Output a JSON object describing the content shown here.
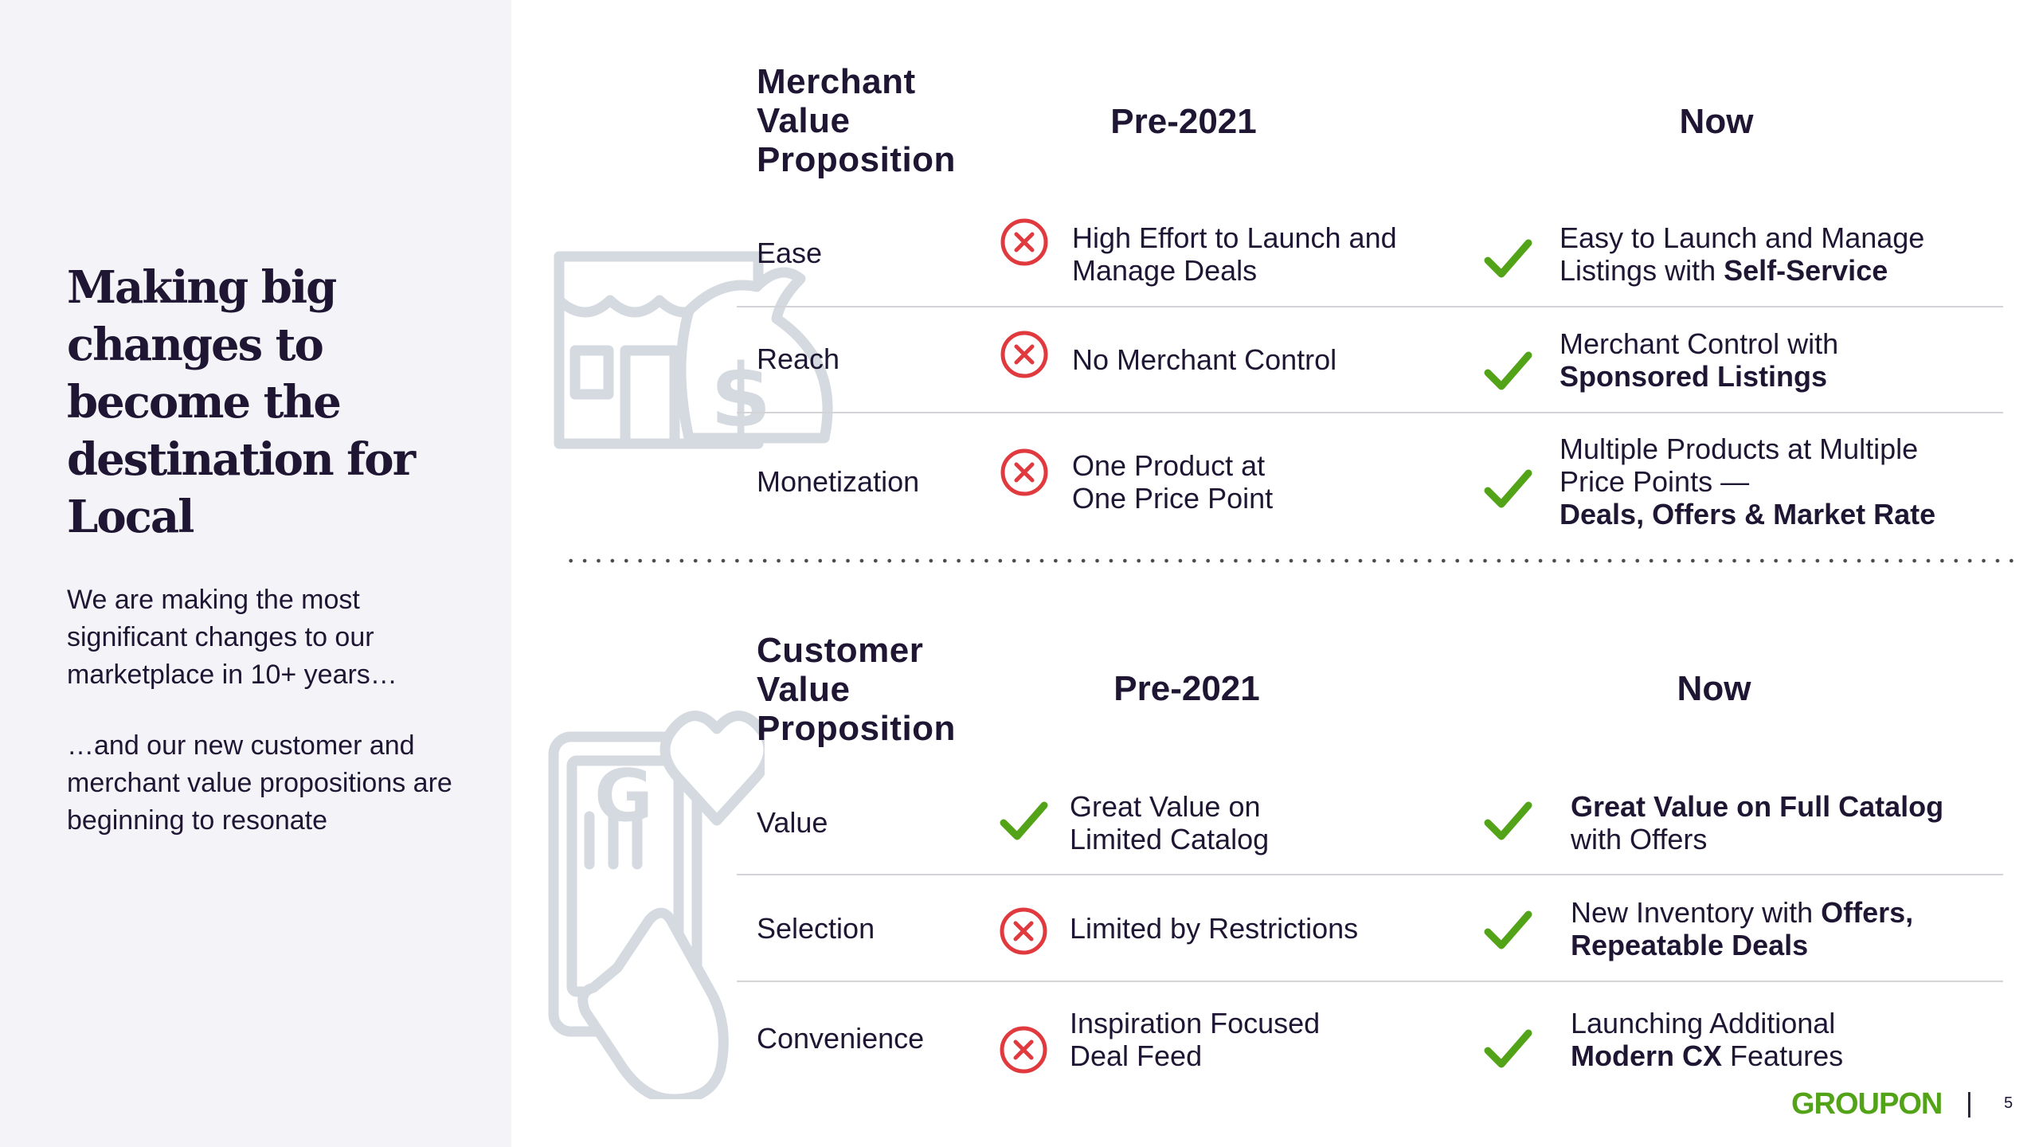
{
  "sidebar": {
    "headline": "Making big changes to become the destination for Local",
    "paragraph_1": "We are making the most significant changes to our marketplace in 10+ years…",
    "paragraph_2": "…and our new customer and merchant value propositions are beginning to resonate"
  },
  "merchant": {
    "title": "Merchant Value Proposition",
    "col_pre": "Pre-2021",
    "col_now": "Now",
    "rows": [
      {
        "label": "Ease",
        "pre_status": "cross",
        "pre_text": "High Effort to Launch and Manage Deals",
        "now_status": "check",
        "now_text": "Easy to Launch and Manage Listings with",
        "now_bold": "Self-Service"
      },
      {
        "label": "Reach",
        "pre_status": "cross",
        "pre_text": "No Merchant Control",
        "now_status": "check",
        "now_text": "Merchant Control with",
        "now_bold": "Sponsored Listings"
      },
      {
        "label": "Monetization",
        "pre_status": "cross",
        "pre_text": "One Product at One Price Point",
        "now_status": "check",
        "now_text": "Multiple Products at Multiple Price Points —",
        "now_bold": "Deals, Offers & Market Rate"
      }
    ]
  },
  "customer": {
    "title": "Customer Value Proposition",
    "col_pre": "Pre-2021",
    "col_now": "Now",
    "rows": [
      {
        "label": "Value",
        "pre_status": "check",
        "pre_text": "Great Value on Limited Catalog",
        "now_status": "check",
        "now_bold": "Great Value on Full Catalog",
        "now_text": "with Offers"
      },
      {
        "label": "Selection",
        "pre_status": "cross",
        "pre_text": "Limited by Restrictions",
        "now_status": "check",
        "now_text": "New Inventory with",
        "now_bold_1": "Offers,",
        "now_bold_2": "Repeatable Deals"
      },
      {
        "label": "Convenience",
        "pre_status": "cross",
        "pre_text": "Inspiration Focused Deal Feed",
        "now_status": "check",
        "now_text": "Launching Additional",
        "now_bold": "Modern CX",
        "now_text_2": "Features"
      }
    ]
  },
  "footer": {
    "logo": "GROUPON",
    "separator": "|",
    "page_number": "5"
  },
  "colors": {
    "check": "#53a318",
    "cross": "#e03a3e",
    "text": "#1f1633",
    "illustration": "#d5dae0",
    "panel": "#f4f3f8"
  },
  "icons": {
    "merchant_illustration": "storefront-money-bag-icon",
    "customer_illustration": "phone-heart-hand-icon",
    "pre_cross": "circle-x-icon",
    "now_check": "check-icon"
  }
}
